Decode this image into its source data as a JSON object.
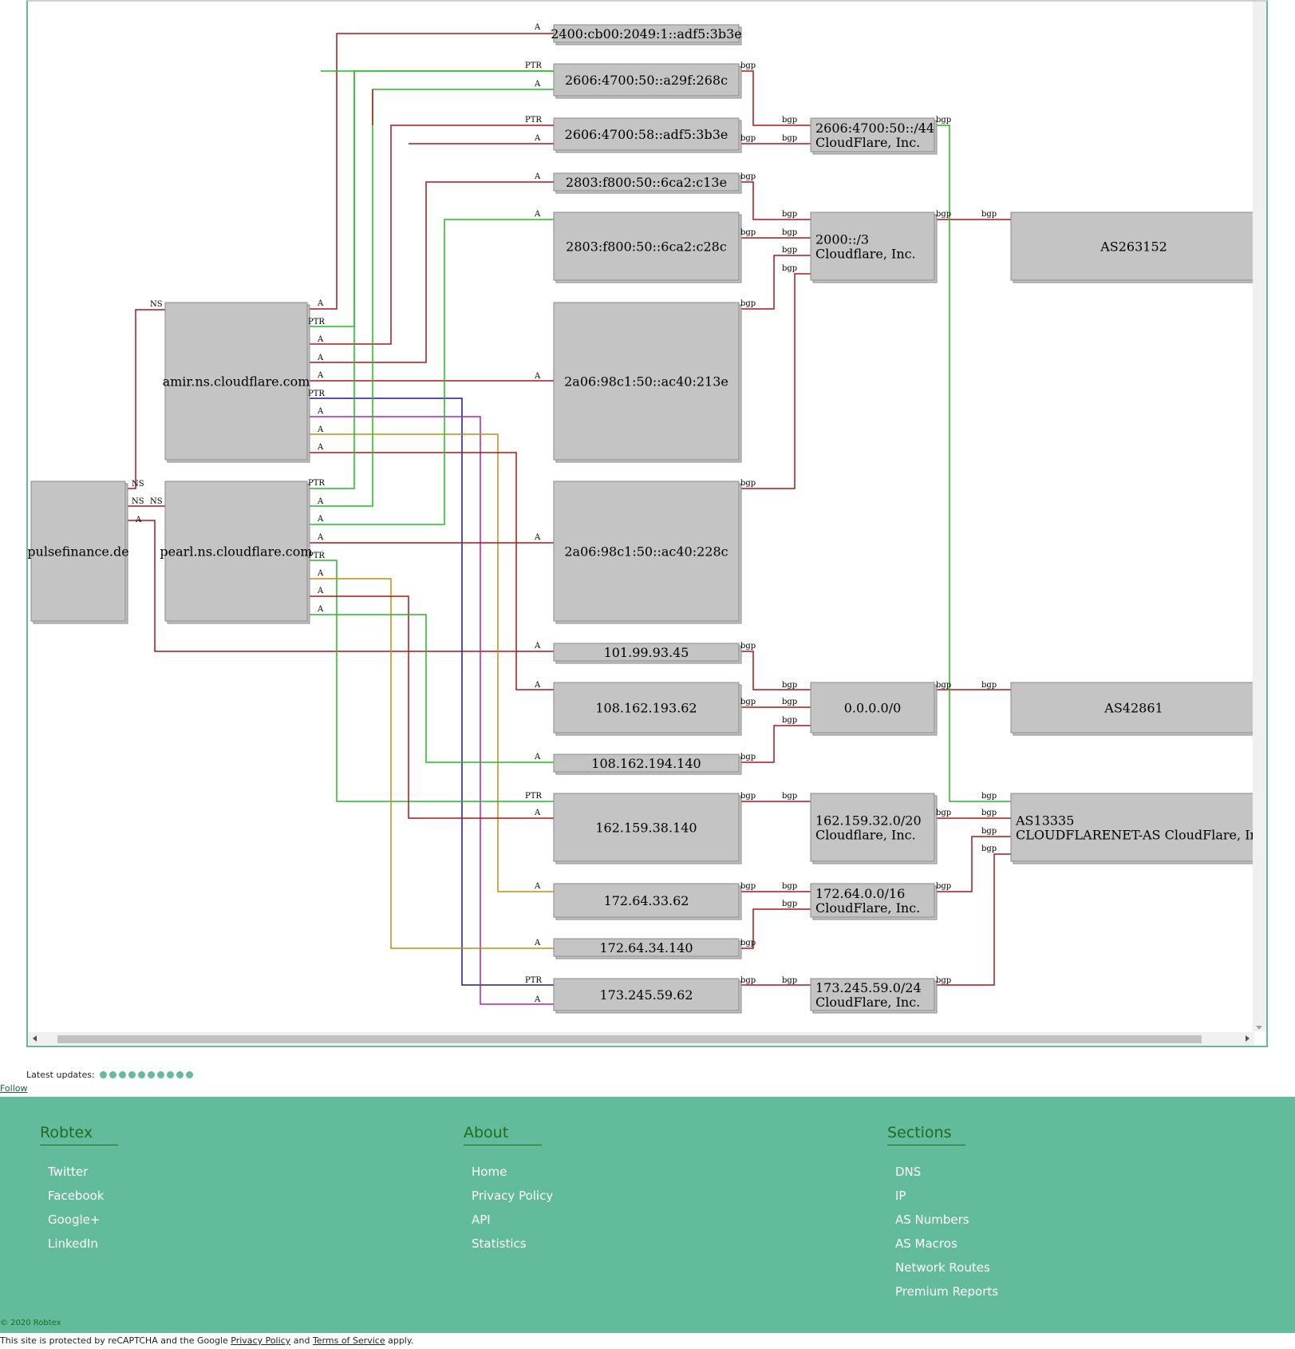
{
  "graph": {
    "nodes": {
      "pulsefinance": "pulsefinance.de",
      "amir": "amir.ns.cloudflare.com",
      "pearl": "pearl.ns.cloudflare.com",
      "ip_2400": "2400:cb00:2049:1::adf5:3b3e",
      "ip_2606_a29f": "2606:4700:50::a29f:268c",
      "ip_2606_adf5": "2606:4700:58::adf5:3b3e",
      "ip_2803_c13e": "2803:f800:50::6ca2:c13e",
      "ip_2803_c28c": "2803:f800:50::6ca2:c28c",
      "ip_2a06_213e": "2a06:98c1:50::ac40:213e",
      "ip_2a06_228c": "2a06:98c1:50::ac40:228c",
      "ip_101": "101.99.93.45",
      "ip_108_62": "108.162.193.62",
      "ip_108_140": "108.162.194.140",
      "ip_162": "162.159.38.140",
      "ip_172_62": "172.64.33.62",
      "ip_172_140": "172.64.34.140",
      "ip_173": "173.245.59.62",
      "net_2606_l1": "2606:4700:50::/44",
      "net_2606_l2": "CloudFlare, Inc.",
      "net_2000_l1": "2000::/3",
      "net_2000_l2": "Cloudflare, Inc.",
      "net_0": "0.0.0.0/0",
      "net_162_l1": "162.159.32.0/20",
      "net_162_l2": "Cloudflare, Inc.",
      "net_172_l1": "172.64.0.0/16",
      "net_172_l2": "CloudFlare, Inc.",
      "net_173_l1": "173.245.59.0/24",
      "net_173_l2": "CloudFlare, Inc.",
      "as263152": "AS263152",
      "as42861": "AS42861",
      "as13335_l1": "AS13335",
      "as13335_l2": "CLOUDFLARENET-AS CloudFlare, Inc."
    },
    "edge_labels": {
      "a": "A",
      "ptr": "PTR",
      "ns": "NS",
      "bgp": "bgp"
    },
    "colors": {
      "red": "#b01515",
      "green": "#22bb22",
      "navy": "#1a1a8c",
      "purple": "#b020b0",
      "orange": "#cc8a10"
    }
  },
  "updates": {
    "label": "Latest updates:",
    "dot_count": 10
  },
  "follow": "Follow",
  "footer": {
    "robtex": {
      "title": "Robtex",
      "items": [
        "Twitter",
        "Facebook",
        "Google+",
        "LinkedIn"
      ]
    },
    "about": {
      "title": "About",
      "items": [
        "Home",
        "Privacy Policy",
        "API",
        "Statistics"
      ]
    },
    "sections": {
      "title": "Sections",
      "items": [
        "DNS",
        "IP",
        "AS Numbers",
        "AS Macros",
        "Network Routes",
        "Premium Reports"
      ]
    },
    "copyright": "© 2020 Robtex"
  },
  "recaptcha": {
    "prefix": "This site is protected by reCAPTCHA and the Google",
    "privacy": "Privacy Policy",
    "and": "and",
    "terms": "Terms of Service",
    "suffix": "apply."
  }
}
